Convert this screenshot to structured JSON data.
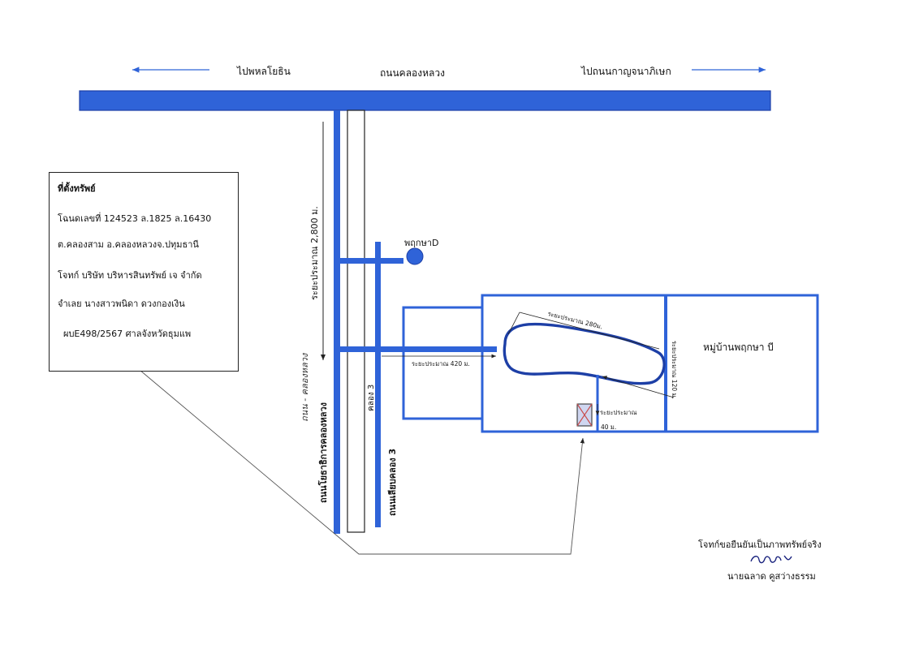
{
  "top_road": {
    "left_label": "ไปพหลโยธิน",
    "center_label": "ถนนคลองหลวง",
    "right_label": "ไปถนนกาญจนาภิเษก"
  },
  "info_box": {
    "title": "ที่ตั้งทรัพย์",
    "deed": "โฉนดเลขที่ 124523 ล.1825 ล.16430",
    "location": "ต.คลองสาม อ.คลองหลวงจ.ปทุมธานี",
    "plaintiff": "โจทก์ บริษัท บริหารสินทรัพย์ เจ จำกัด",
    "defendant": "จำเลย นางสาวพนิดา ดวงกองเงิน",
    "case": "ผบE498/2567  ศาลจังหวัดธุมแพ"
  },
  "labels": {
    "distance_2800": "ระยะประมาณ 2,800 ม.",
    "pruksa_d": "พฤกษาD",
    "handwritten_left": "ถนน - คลองหลวง",
    "klong3": "คลอง 3",
    "road_left": "ถนนโยธาธิการคลองหลวง",
    "road_klong3": "ถนนเลียบคลอง 3",
    "dist_420": "ระยะประมาณ 420 ม.",
    "dist_280": "ระยะประมาณ 280ม.",
    "dist_120": "ระยะประมาณ 120 ม.",
    "dist_40_a": "ระยะประมาณ",
    "dist_40_b": "40 ม.",
    "village": "หมู่บ้านพฤกษา บี"
  },
  "signature": {
    "confirm": "โจทก์ขอยืนยันเป็นภาพทรัพย์จริง",
    "name": "นายฉลาด  คูสว่างธรรม"
  },
  "colors": {
    "road_blue": "#2f63d8",
    "road_dark": "#1d3fa6",
    "canal_fill": "#ffffff",
    "line": "#222222"
  },
  "icons": [
    "arrow-left-icon",
    "arrow-right-icon",
    "arrow-down-icon",
    "property-marker-icon",
    "round-dot-icon"
  ]
}
